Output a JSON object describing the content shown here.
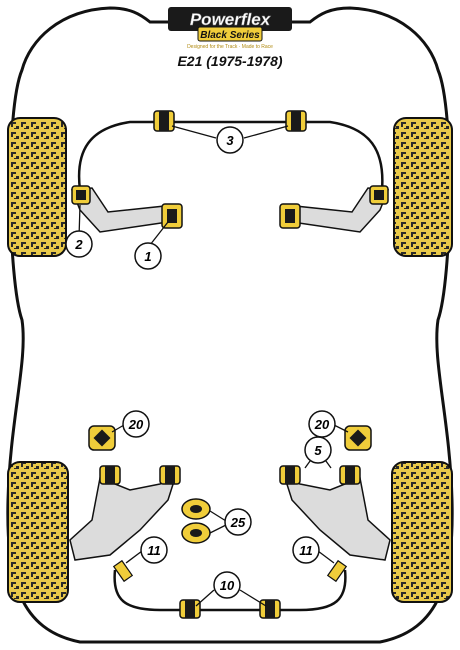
{
  "brand": {
    "logo_text": "Powerflex",
    "series": "Black Series",
    "tagline": "Designed for the Track · Made to Race"
  },
  "model": "E21 (1975-1978)",
  "colors": {
    "tire_fill": "#e8c94a",
    "tire_pattern": "#2a2a2a",
    "bush_yellow": "#f0cd3a",
    "bush_black": "#1a1a1a",
    "arm_grey": "#dcdcdc",
    "outline": "#111111"
  },
  "callouts": {
    "c1": "1",
    "c2": "2",
    "c3": "3",
    "c5": "5",
    "c10": "10",
    "c11_left": "11",
    "c11_right": "11",
    "c20_left": "20",
    "c20_right": "20",
    "c25": "25"
  }
}
